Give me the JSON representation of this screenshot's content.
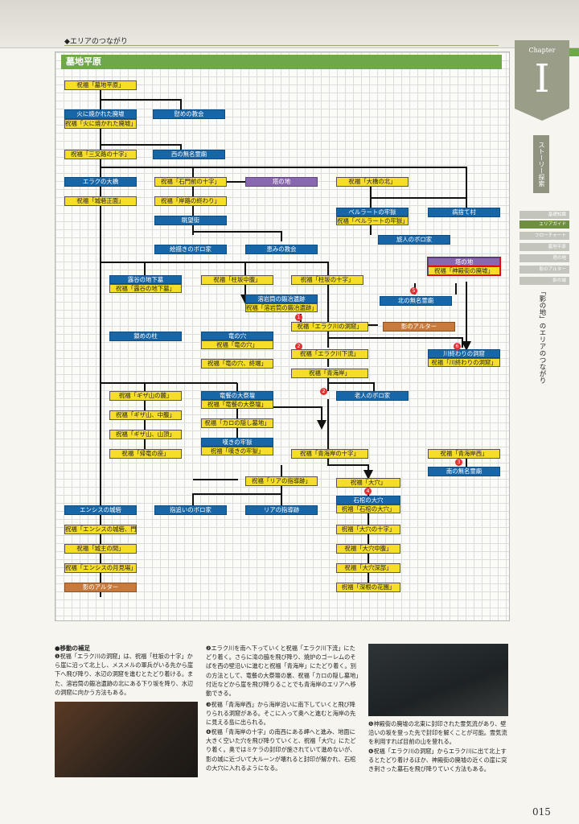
{
  "header": {
    "section": "◆エリアのつながり",
    "chapter_label": "Chapter",
    "chapter_num": "I"
  },
  "title": "墓地平原",
  "sidebar": {
    "vtab": "ストーリー探索",
    "items": [
      "基礎知識",
      "エリアガイド",
      "フローチャート",
      "墓地平原",
      "塔の地",
      "影のアルター",
      "影の城"
    ],
    "vertical_text": "「影の地」のエリアのつながり"
  },
  "nodes": {
    "n1": "祝福「墓地平原」",
    "n2a": "火に焼かれた廃墟",
    "n2b": "祝福「火に焼かれた廃墟」",
    "n3": "慰めの教会",
    "n4": "祝福「三叉路の十字」",
    "n5": "西の無名霊廟",
    "n6": "エラクの大橋",
    "n7": "祝福「石門前の十字」",
    "n8": "塔の地",
    "n9": "祝福「大橋の北」",
    "n10": "祝福「城砦正面」",
    "n11": "祝福「岸路の終わり」",
    "n12a": "ベルラートの牢獄",
    "n12b": "祝福「ベルラートの牢獄」",
    "n13": "病捨て村",
    "n14": "眺望街",
    "n15": "旅人のボロ家",
    "n16": "絵描きのボロ家",
    "n17": "恵みの教会",
    "n18a": "塔の地",
    "n18b": "祝福「神殿街の廃墟」",
    "n19a": "露谷の地下墓",
    "n19b": "祝福「露谷の地下墓」",
    "n20": "祝福「柱坂中腹」",
    "n21": "祝福「柱坂の十字」",
    "n22a": "溶岩筒の鍛冶遺跡",
    "n22b": "祝福「溶岩筒の鍛冶遺跡」",
    "n23": "北の無名霊廟",
    "n24": "祝福「エラク川の洞窟」",
    "n25": "影のアルター",
    "n26": "鎖めの柱",
    "n27a": "竜の穴",
    "n27b": "祝福「竜の穴」",
    "n28": "祝福「エラク川下流」",
    "n29a": "川終わりの洞窟",
    "n29b": "祝福「川終わりの洞窟」",
    "n30": "祝福「竜の穴、終端」",
    "n31": "祝福「青海岸」",
    "n32": "祝福「ギザ山の麓」",
    "n33a": "竜餐の大祭壇",
    "n33b": "祝福「竜餐の大祭壇」",
    "n34": "老人のボロ家",
    "n35": "祝福「ギザ山、中腹」",
    "n36": "祝福「カロの隠し墓地」",
    "n37": "祝福「ギザ山、山頂」",
    "n38a": "嘆きの牢獄",
    "n38b": "祝福「嘆きの牢獄」",
    "n39": "祝福「帰竜の座」",
    "n40": "祝福「青海岸の十字」",
    "n41": "祝福「青海岸西」",
    "n42": "南の無名霊廟",
    "n43": "祝福「リアの指導跡」",
    "n44": "祝福「大穴」",
    "n45": "エンシスの城砦",
    "n46": "指追いのボロ家",
    "n47": "リアの指導跡",
    "n48a": "石棺の大穴",
    "n48b": "祝福「石棺の大穴」",
    "n49": "祝福「エンシスの城砦、門前」",
    "n50": "祝福「大穴の十字」",
    "n51": "祝福「城主の間」",
    "n52": "祝福「大穴中腹」",
    "n53": "祝福「エンシスの月見場」",
    "n54": "祝福「大穴深部」",
    "n55": "影のアルター",
    "n56": "祝福「深根の花園」"
  },
  "markers": [
    "1",
    "2",
    "3",
    "4",
    "5",
    "6"
  ],
  "notes": {
    "heading": "●移動の補足",
    "p1": "❶祝福「エラク川の洞窟」は、祝福「柱坂の十字」から崖に沿って北上し、メスメルの軍兵がいる先から崖下へ飛び降り、水辺の洞窟を進むとたどり着ける。また、溶岩筒の鍛冶遺跡の北にある下り坂を降り、水辺の洞窟に向かう方法もある。",
    "p2": "❷エラク川を南へ下っていくと祝福「エラク川下流」にたどり着く。さらに滝の脇を飛び降り、燒炉のゴーレムのそばを西の壁沿いに進むと祝福「青海岸」にたどり着く。別の方法として、竜餐の大祭壇の裏、祝福「カロの隠し墓地」付近などから崖を飛び降りることでも青海岸のエリアへ移動できる。",
    "p3": "❸祝福「青海岸西」から海岸沿いに南下していくと飛び降りられる洞窟がある。そこに入って奥へと進むと海岸の先に見える島に出られる。",
    "p4": "❹祝福「青海岸の十字」の南西にある岬へと進み、地面に大きく空いた穴を飛び降りていくと、祝福「大穴」にたどり着く。奥ではミケラの封印が施されていて進めないが、影の城に近づいて大ルーンが壊れると封印が解かれ、石棺の大穴に入れるようになる。",
    "p5": "❺神殿街の廃墟の北東に封印された霊気流があり、壁沿いの坂を登った先で封印を解くことが可能。霊気流を利用すれば目前の山を登れる。",
    "p6": "❻祝福「エラク川の洞窟」からエラク川に出て北上するとたどり着けるほか、神殿街の廃墟の近くの崖に突き刺さった墓石を飛び降りていく方法もある。"
  },
  "page_number": "015",
  "colors": {
    "yellow": "#f5dd29",
    "blue": "#1766a8",
    "purple": "#8a68b0",
    "orange": "#c87a3c",
    "green": "#6fa84a"
  }
}
